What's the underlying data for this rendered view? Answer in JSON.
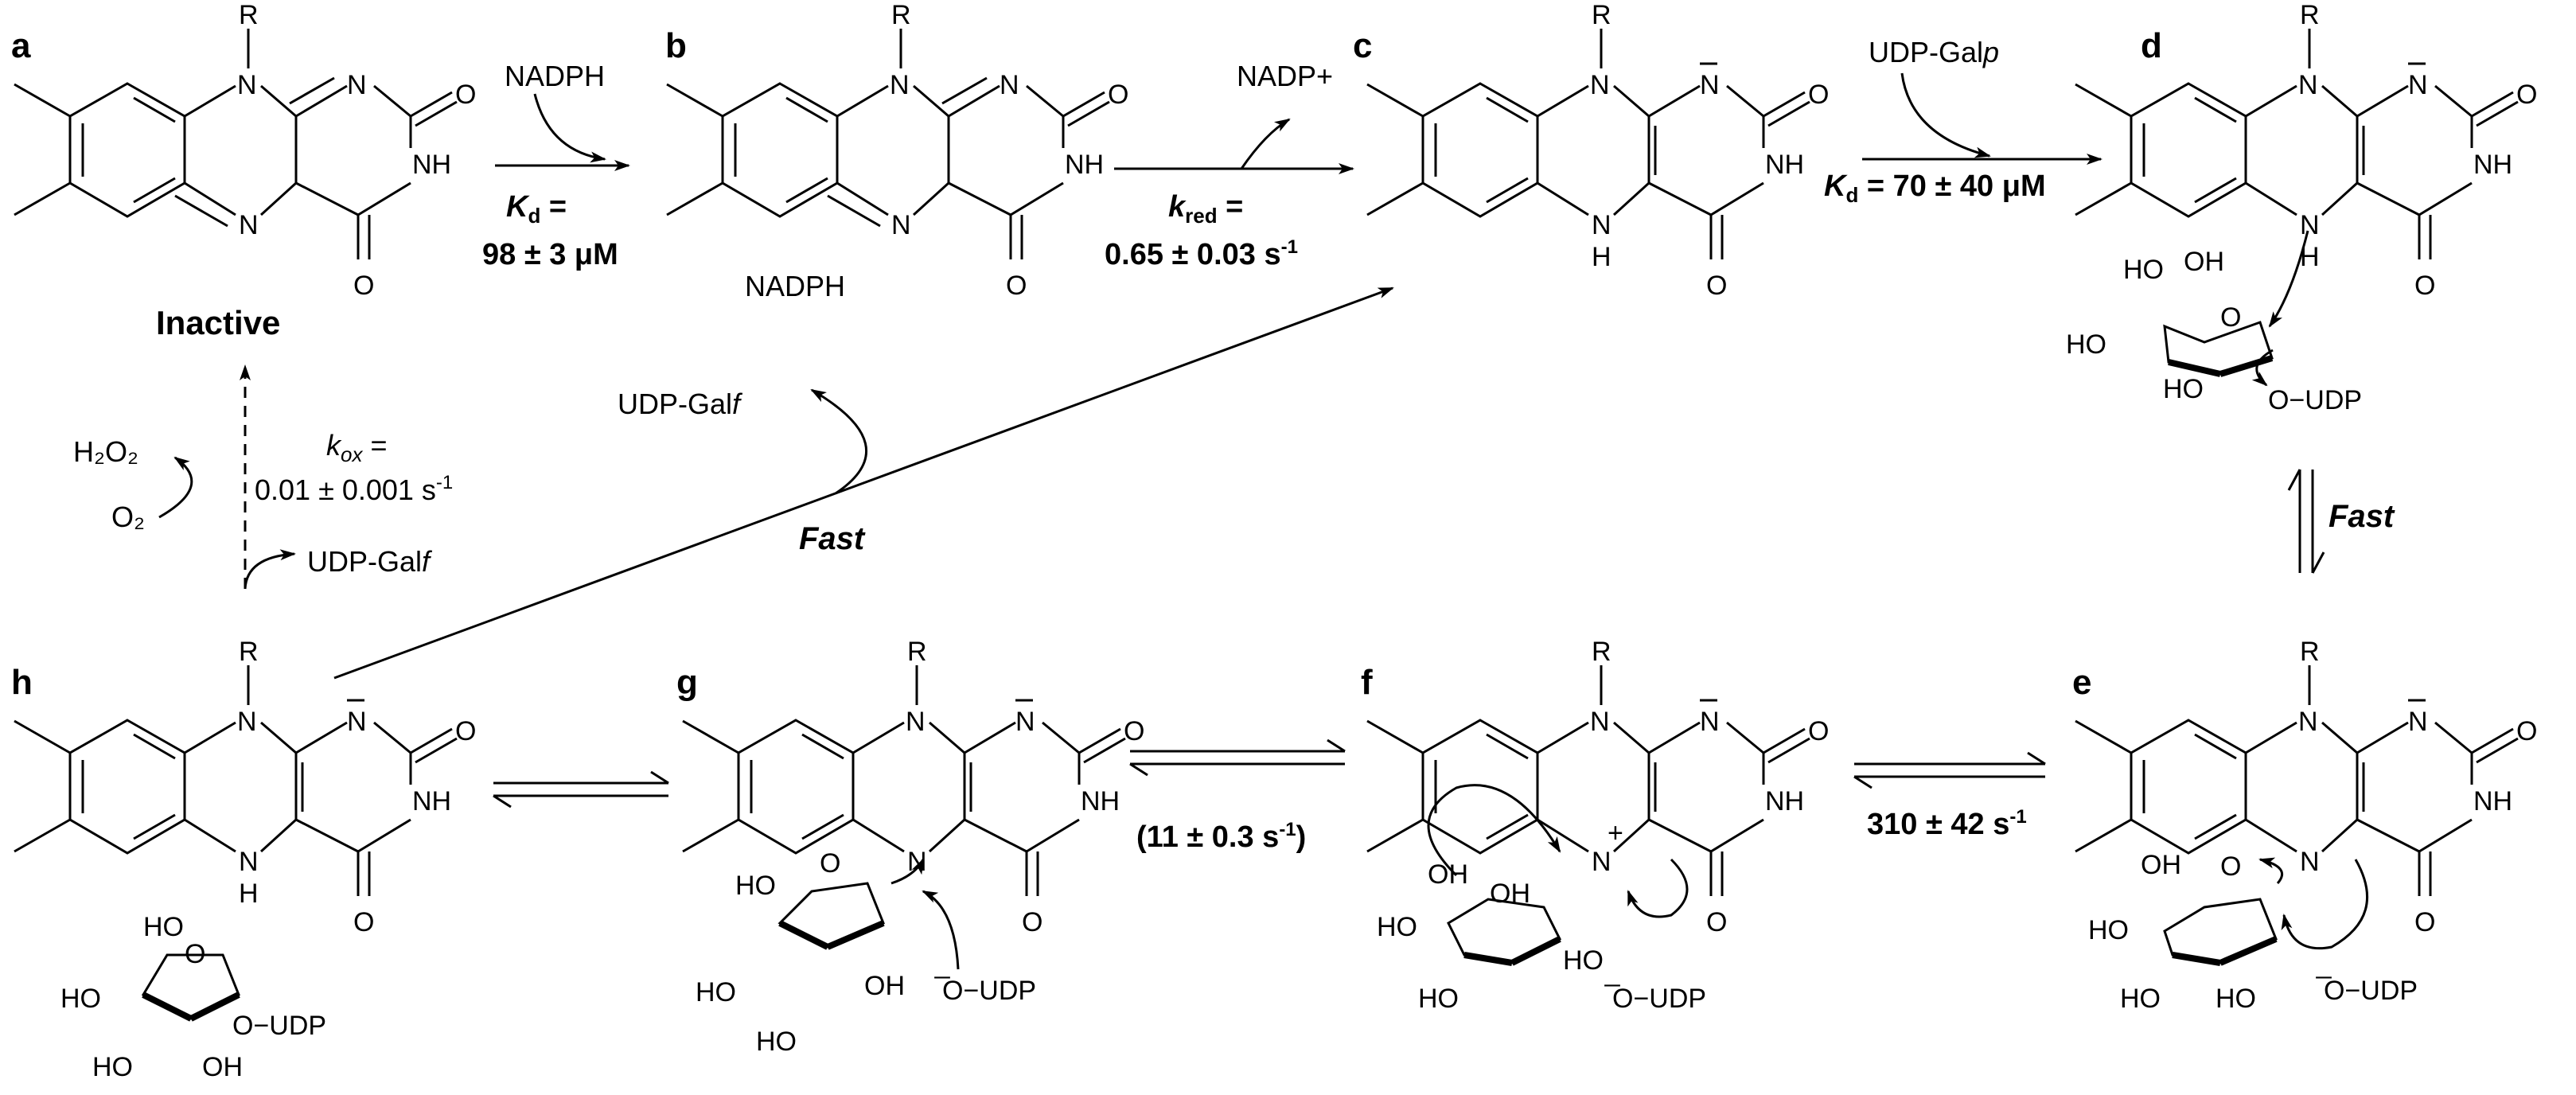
{
  "panel_labels": {
    "a": "a",
    "b": "b",
    "c": "c",
    "d": "d",
    "e": "e",
    "f": "f",
    "g": "g",
    "h": "h"
  },
  "atoms": {
    "R": "R",
    "N": "N",
    "N_minus": "N̅",
    "NH": "NH",
    "H": "H",
    "O": "O",
    "plus": "+",
    "N_plus": "N",
    "HO": "HO",
    "OH": "OH"
  },
  "reagents": {
    "nadph": "NADPH",
    "nadph_bound": "NADPH",
    "nadp_plus": "NADP+",
    "udp_galp": "UDP-Gal",
    "udp_galp_italic": "p",
    "udp_galf": "UDP-Gal",
    "udp_galf_italic": "f",
    "h2o2": "H₂O₂",
    "o2": "O₂",
    "o_udp": "O−UDP",
    "o_minus_udp": "̅O−UDP"
  },
  "constants": {
    "kd1_symbol": "K",
    "kd1_sub": "d",
    "kd1_eq": " =",
    "kd1_value": "98 ± 3 μM",
    "kred_symbol": "k",
    "kred_sub": "red",
    "kred_eq": " =",
    "kred_value": "0.65 ± 0.03 s",
    "kred_exp": "-1",
    "kd2_symbol": "K",
    "kd2_sub": "d",
    "kd2_value": " = 70 ± 40 μM",
    "kox_symbol": "k",
    "kox_sub": "ox",
    "kox_eq": " =",
    "kox_value": "0.01 ± 0.001 s",
    "kox_exp": "-1",
    "rate_gf": "(11 ± 0.3 s",
    "rate_gf_exp": "-1",
    "rate_gf_close": ")",
    "rate_fe": "310 ± 42 s",
    "rate_fe_exp": "-1"
  },
  "states": {
    "inactive": "Inactive",
    "fast": "Fast"
  }
}
